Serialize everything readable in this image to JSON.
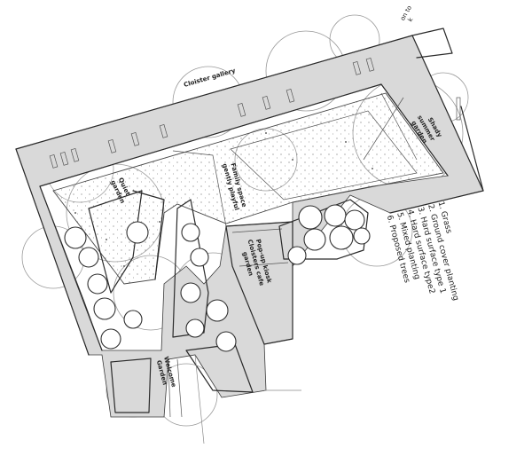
{
  "labels": {
    "cloister": "Cloister gallery",
    "shady1": "Shady",
    "shady2": "summer",
    "shady3": "garden",
    "quiet1": "Quiet",
    "quiet2": "garden",
    "family1": "Family space",
    "family2": "gently playful",
    "popup1": "Pop-up kiosk",
    "popup2": "Cloisters cafe",
    "popup3": "garden",
    "welcome1": "Welcome",
    "welcome2": "Garden",
    "corner1": "on to",
    "corner2": "k"
  },
  "legend": [
    "1. Grass",
    "2. Ground cover planting",
    "3. Hard surface type 1",
    "4. Hard surface type2",
    "5. Mixed planting",
    "6. Proposed trees"
  ]
}
